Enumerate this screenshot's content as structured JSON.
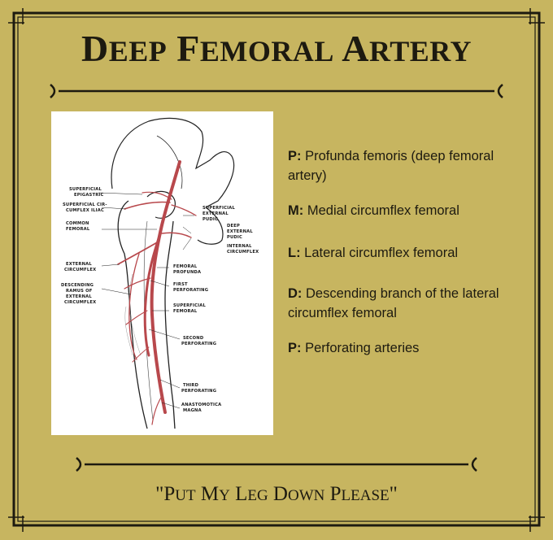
{
  "title": {
    "word1_initial": "D",
    "word1_rest": "EEP",
    "word2_initial": "F",
    "word2_rest": "EMORAL",
    "word3_initial": "A",
    "word3_rest": "RTERY"
  },
  "diagram_labels": {
    "superficial_epigastric": [
      "SUPERFICIAL",
      "EPIGASTRIC"
    ],
    "superficial_circumflex_iliac": [
      "SUPERFICIAL CIR-",
      "CUMFLEX ILIAC"
    ],
    "common_femoral": [
      "COMMON",
      "FEMORAL"
    ],
    "external_circumflex": [
      "EXTERNAL",
      "CIRCUMFLEX"
    ],
    "descending_ramus": [
      "DESCENDING",
      "RAMUS OF",
      "EXTERNAL",
      "CIRCUMFLEX"
    ],
    "superficial_external_pudic": [
      "SUPERFICIAL",
      "EXTERNAL",
      "PUDIC"
    ],
    "deep_external_pudic": [
      "DEEP",
      "EXTERNAL",
      "PUDIC"
    ],
    "internal_circumflex": [
      "INTERNAL",
      "CIRCUMFLEX"
    ],
    "femoral_profunda": [
      "FEMORAL",
      "PROFUNDA"
    ],
    "first_perforating": [
      "FIRST",
      "PERFORATING"
    ],
    "superficial_femoral": [
      "SUPERFICIAL",
      "FEMORAL"
    ],
    "second_perforating": [
      "SECOND",
      "PERFORATING"
    ],
    "third_perforating": [
      "THIRD",
      "PERFORATING"
    ],
    "anastomotica_magna": [
      "ANASTOMOTICA",
      "MAGNA"
    ]
  },
  "mnemonic": [
    {
      "letter": "P:",
      "text": "Profunda femoris (deep femoral artery)"
    },
    {
      "letter": "M:",
      "text": "Medial circumflex femoral"
    },
    {
      "letter": "L:",
      "text": "Lateral circumflex femoral"
    },
    {
      "letter": "D:",
      "text": "Descending branch of the lateral circumflex femoral"
    },
    {
      "letter": "P:",
      "text": "Perforating arteries"
    }
  ],
  "saying": {
    "open_quote": "\"",
    "w1_initial": "P",
    "w1_rest": "UT",
    "w2_initial": "M",
    "w2_rest": "Y",
    "w3_initial": "L",
    "w3_rest": "EG",
    "w4_initial": "D",
    "w4_rest": "OWN",
    "w5_initial": "P",
    "w5_rest": "LEASE",
    "close_quote": "\""
  },
  "colors": {
    "background": "#c7b560",
    "ink": "#1d1a10",
    "artery": "#b8484c",
    "panel": "#ffffff"
  }
}
